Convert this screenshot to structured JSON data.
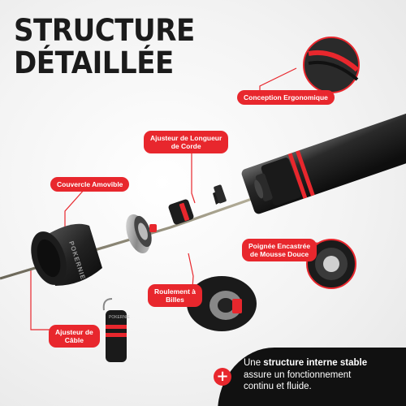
{
  "title": {
    "line1": "STRUCTURE",
    "line2": "DÉTAILLÉE"
  },
  "labels": {
    "conception": "Conception Ergonomique",
    "ajusteur_longueur_1": "Ajusteur de Longueur",
    "ajusteur_longueur_2": "de Corde",
    "couvercle": "Couvercle Amovible",
    "poignee_1": "Poignée Encastrée",
    "poignee_2": "de Mousse Douce",
    "roulement_1": "Roulement à",
    "roulement_2": "Billes",
    "ajusteur_cable_1": "Ajusteur de",
    "ajusteur_cable_2": "Câble"
  },
  "brand": "POKERNIE",
  "bottom_text": {
    "part1": "Une ",
    "bold": "structure interne stable",
    "part2": "assure un fonctionnement",
    "part3": "continu et fluide."
  },
  "colors": {
    "accent": "#e8272d",
    "dark": "#1b1b1b"
  }
}
